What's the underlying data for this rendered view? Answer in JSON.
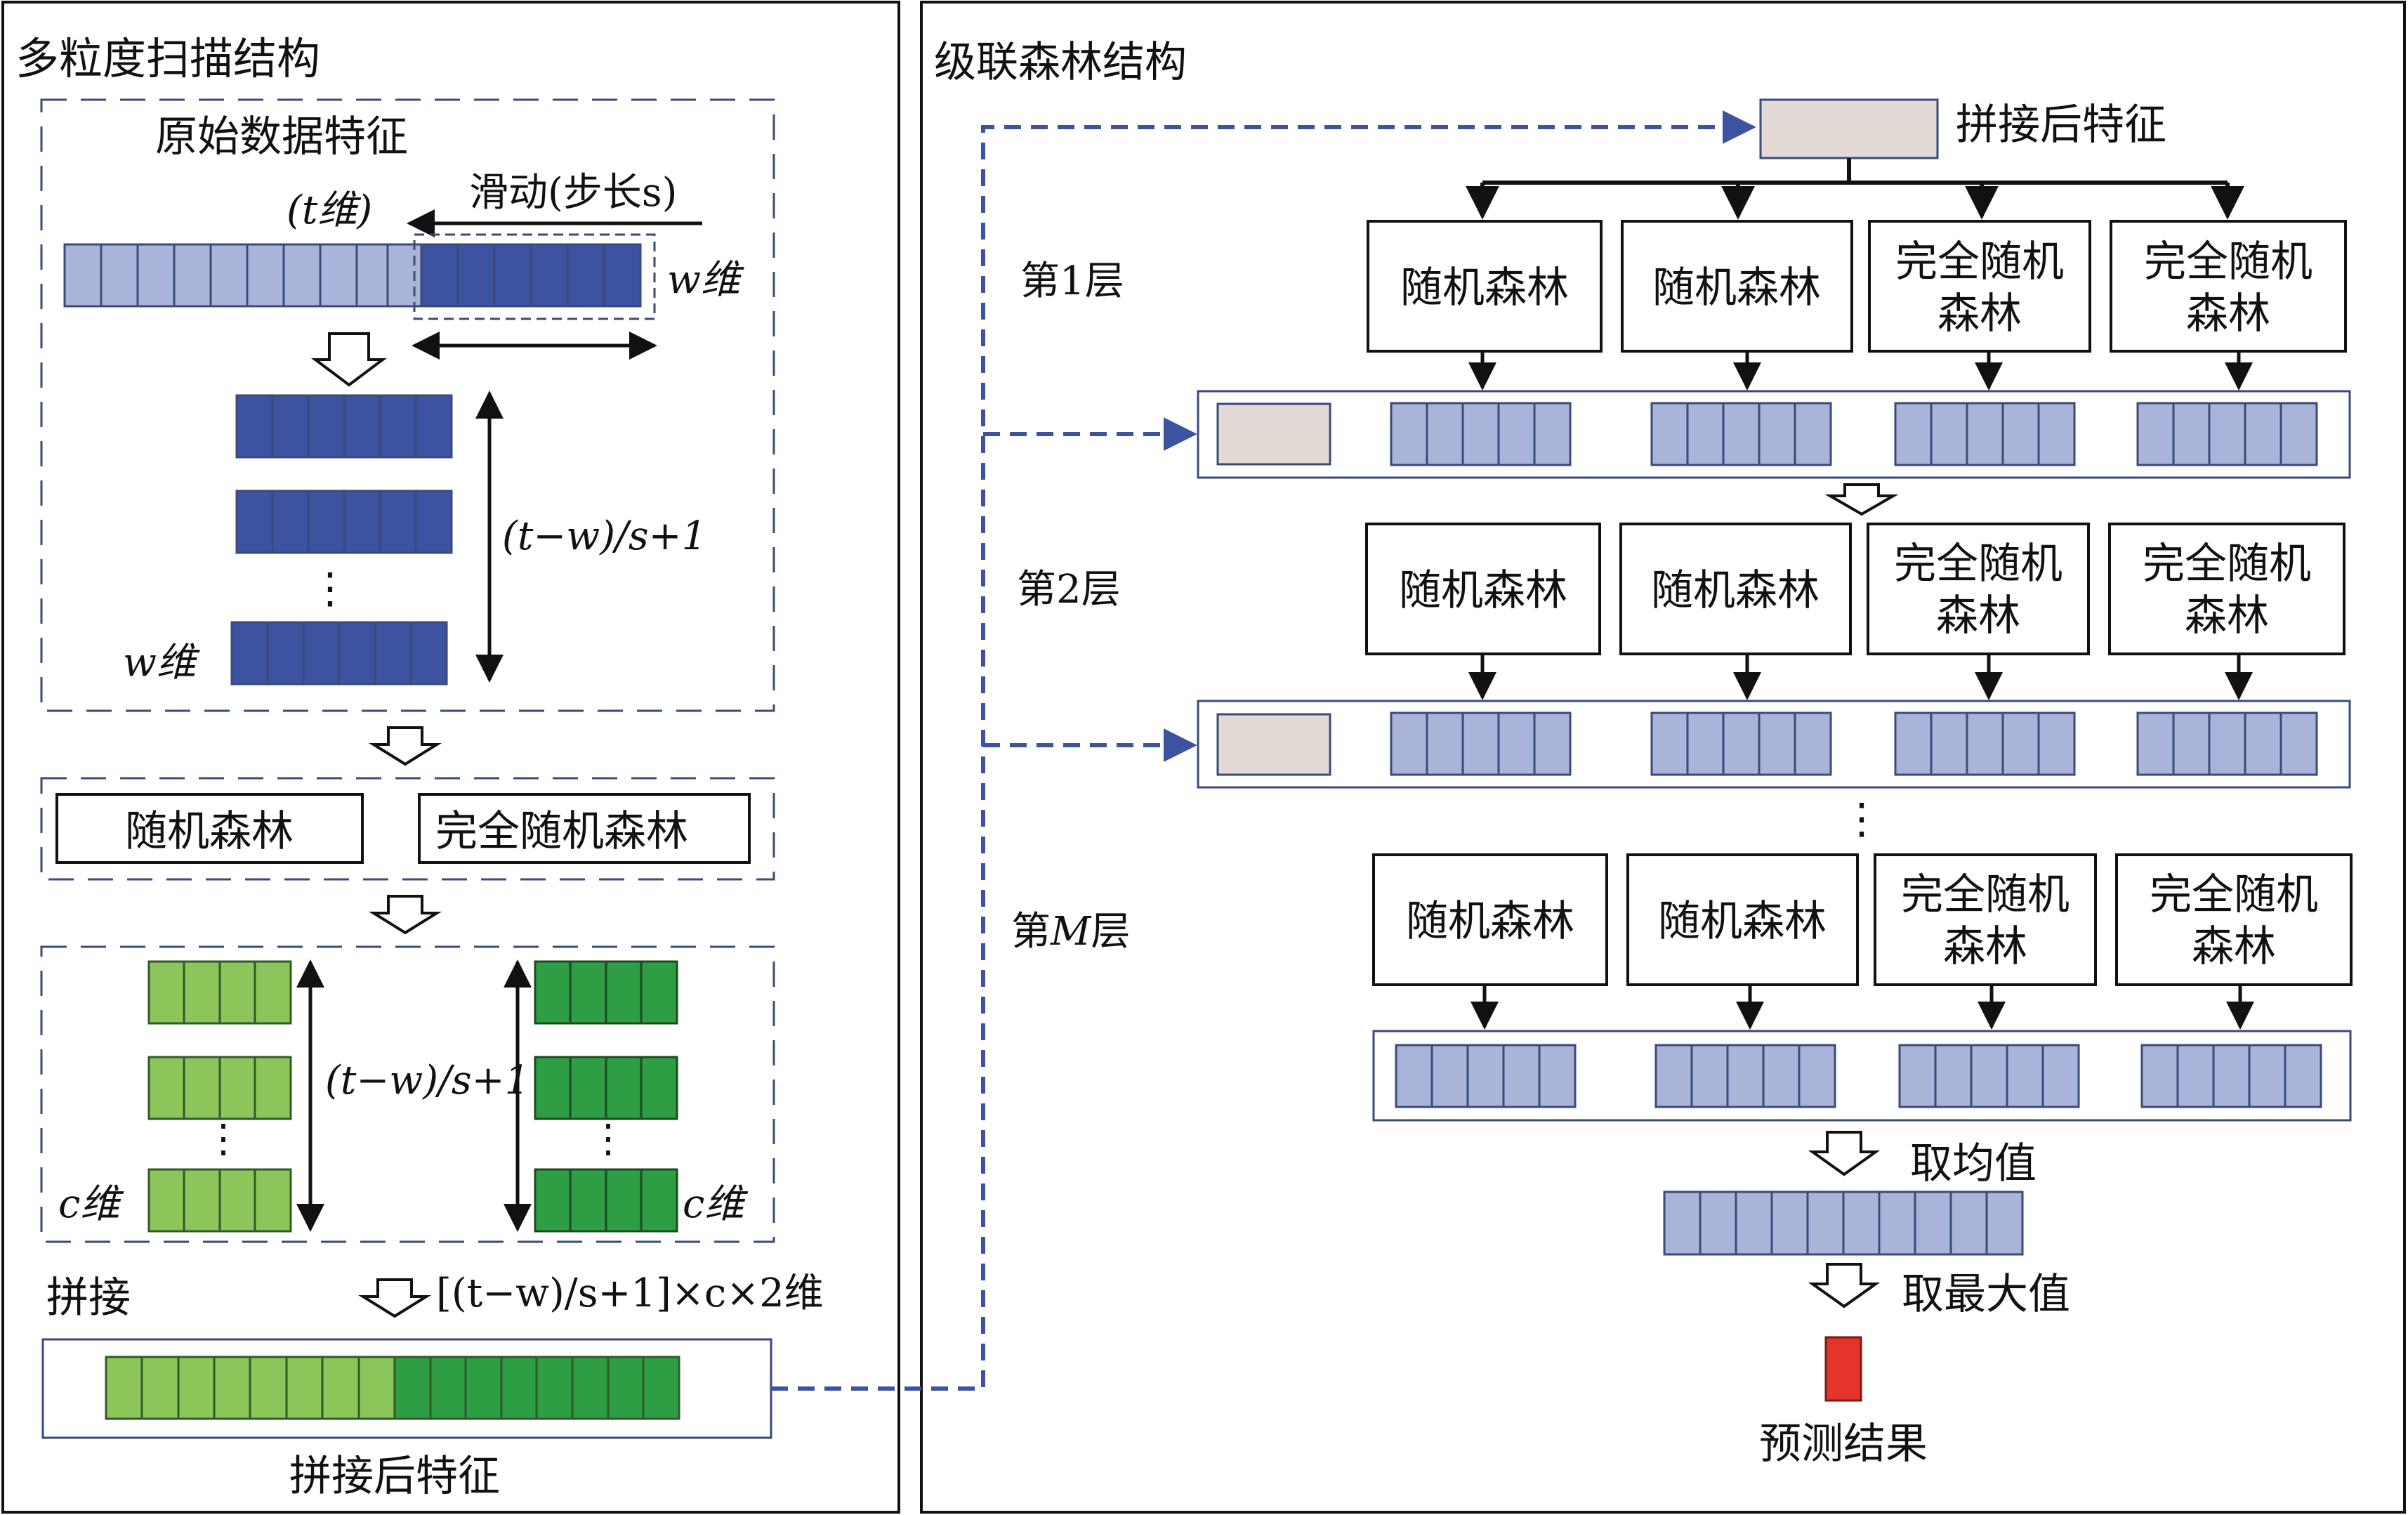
{
  "colors": {
    "cell_light_blue": "#aab4d8",
    "cell_dark_blue": "#3d52a0",
    "cell_light_green": "#8cc65a",
    "cell_dark_green": "#2e9e45",
    "concat_feature_gray": "#e3d9d5",
    "result_red": "#e4342c",
    "dashed_link": "#3d52a0"
  },
  "left": {
    "title": "多粒度扫描结构",
    "raw_title": "原始数据特征",
    "t_dim": "(t维)",
    "slide_label": "滑动(步长s)",
    "w_dim_top": "w维",
    "windows_count": "(t−w)/s+1",
    "w_dim_bottom": "w维",
    "dots": "⋮",
    "rf_label": "随机森林",
    "crf_label": "完全随机森林",
    "outputs_count": "(t−w)/s+1",
    "c_dim_left": "c维",
    "c_dim_right": "c维",
    "concat_label": "拼接",
    "concat_dim": "[(t−w)/s+1]×c×2维",
    "concat_feature_label": "拼接后特征"
  },
  "right": {
    "title": "级联森林结构",
    "concat_feature_label": "拼接后特征",
    "layers": [
      {
        "label": "第1层",
        "forests": [
          "随机森林",
          "随机森林",
          "完全随机\n森林",
          "完全随机\n森林"
        ]
      },
      {
        "label": "第2层",
        "forests": [
          "随机森林",
          "随机森林",
          "完全随机\n森林",
          "完全随机\n森林"
        ]
      },
      {
        "label": "第M层",
        "forests": [
          "随机森林",
          "随机森林",
          "完全随机\n森林",
          "完全随机\n森林"
        ]
      }
    ],
    "dots": "⋮",
    "mean_label": "取均值",
    "max_label": "取最大值",
    "result_label": "预测结果"
  }
}
